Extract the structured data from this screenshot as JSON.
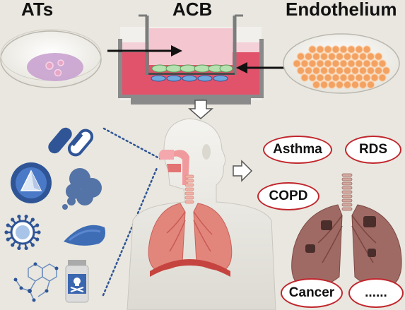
{
  "headings": {
    "left": "ATs",
    "center": "ACB",
    "right": "Endothelium"
  },
  "diseases": {
    "asthma": "Asthma",
    "rds": "RDS",
    "copd": "COPD",
    "cancer": "Cancer",
    "more": "......"
  },
  "colors": {
    "background": "#e9e7df",
    "oval_border": "#c0272d",
    "arrow": "#111111",
    "medium": "#e0536b",
    "cells_orange": "#f4a262",
    "pill_blue": "#2f5597",
    "lung_healthy": "#e2867c",
    "lung_diseased": "#a06a64"
  },
  "icons": [
    "petri-dish-icon",
    "transwell-insert-icon",
    "orange-cells-icon",
    "pill-capsule-icon",
    "tablet-icon",
    "smoke-cloud-icon",
    "virus-icon",
    "bacterium-icon",
    "molecule-structure-icon",
    "poison-bottle-icon",
    "human-torso-icon",
    "healthy-lungs-icon",
    "diseased-lungs-icon"
  ]
}
